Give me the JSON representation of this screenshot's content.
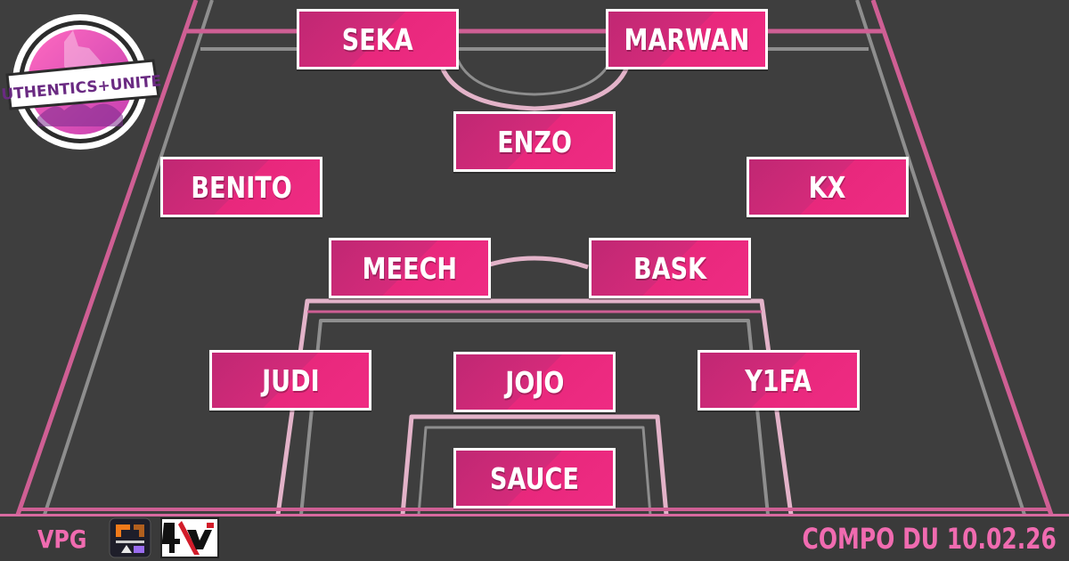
{
  "team": {
    "name_text": "AUTHENTICS+UNITED"
  },
  "players": [
    {
      "id": "seka",
      "name": "SEKA"
    },
    {
      "id": "marwan",
      "name": "MARWAN"
    },
    {
      "id": "enzo",
      "name": "ENZO"
    },
    {
      "id": "benito",
      "name": "BENITO"
    },
    {
      "id": "kx",
      "name": "KX"
    },
    {
      "id": "meech",
      "name": "MEECH"
    },
    {
      "id": "bask",
      "name": "BASK"
    },
    {
      "id": "judi",
      "name": "JUDI"
    },
    {
      "id": "jojo",
      "name": "JOJO"
    },
    {
      "id": "y1fa",
      "name": "Y1FA"
    },
    {
      "id": "sauce",
      "name": "SAUCE"
    }
  ],
  "footer": {
    "platform": "VPG",
    "compo_label": "COMPO DU 10.02.26"
  },
  "colors": {
    "background": "#3e3e3e",
    "accent_pink": "#e8287c",
    "pitch_line_pink": "#d86aa0",
    "pitch_line_grey": "#9a9a9a",
    "text": "#ffffff"
  },
  "icons": {
    "team": "wolf-crest-icon",
    "league": "masterleague-icon",
    "vpg": "4vz-logo-icon"
  }
}
